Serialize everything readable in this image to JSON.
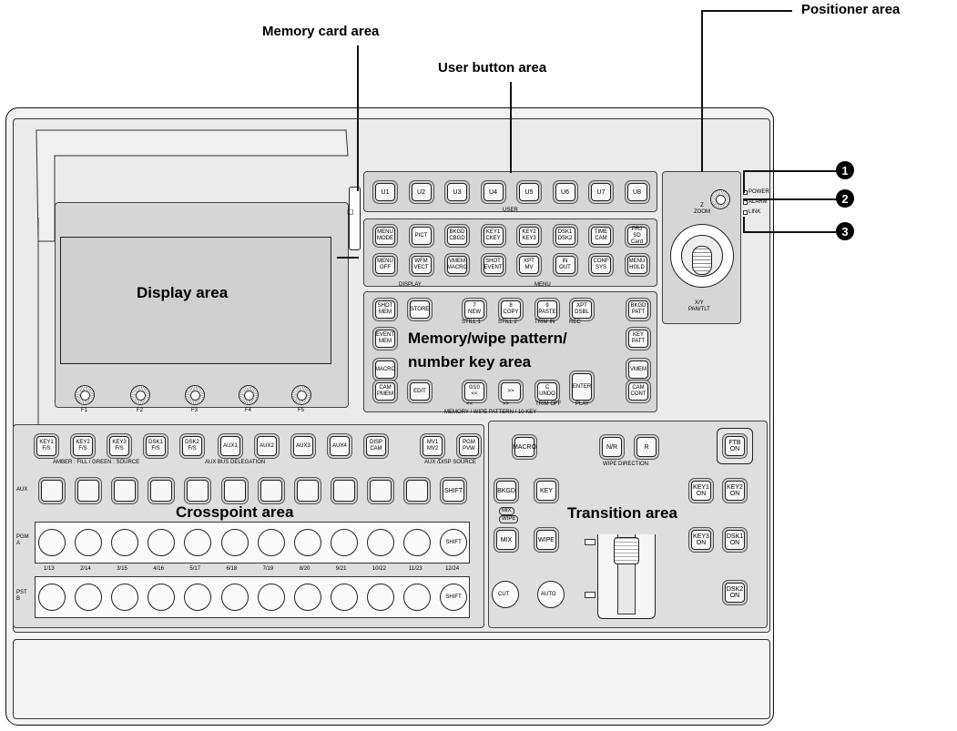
{
  "callouts": {
    "memory_card": "Memory card area",
    "positioner": "Positioner area",
    "user_button": "User button area",
    "display": "Display area",
    "memory_wipe_line1": "Memory/wipe pattern/",
    "memory_wipe_line2": "number key area",
    "crosspoint": "Crosspoint area",
    "transition": "Transition area"
  },
  "markers": [
    "1",
    "2",
    "3"
  ],
  "status_lamps": [
    "POWER",
    "ALARM",
    "LINK"
  ],
  "user_buttons": [
    "U1",
    "U2",
    "U3",
    "U4",
    "U5",
    "U6",
    "U7",
    "U8"
  ],
  "user_label": "USER",
  "menu_row1": [
    "MENU\nMODE",
    "PICT",
    "BKGD\nCBGD",
    "KEY1\nCKEY",
    "KEY2\nKEY3",
    "DSK1\nDSK2",
    "TIME\nCAM",
    "PRJ\nSD Card"
  ],
  "menu_row2": [
    "MENU\nOFF",
    "WFM\nVECT",
    "VMEM\nMACRO",
    "SHOT\nEVENT",
    "XPT\nMV",
    "IN\nOUT",
    "CONF\nSYS",
    "MENU\nHOLD"
  ],
  "display_label": "DISPLAY",
  "menu_label": "MENU",
  "memory_row1": [
    "SHOT\nMEM",
    "STORE",
    "7\nNEW",
    "8\nCOPY",
    "9\nPASTE",
    "XPT\nDSBL",
    "BKGD\nPATT"
  ],
  "memory_row1_sub": [
    "STILL 1",
    "STILL 2",
    "TRIM IN",
    "REC"
  ],
  "memory_left_col": [
    "EVENT\nMEM",
    "MACRO"
  ],
  "memory_right_col": [
    "KEY\nPATT",
    "VMEM"
  ],
  "memory_row4": [
    "CAM\nPMEM",
    "EDIT",
    "0/10\n<<",
    ">>",
    "C\nUNDO",
    "ENTER",
    "CAM\nCONT"
  ],
  "memory_row4_sub": [
    "<<",
    ">>",
    "TRIM OFF",
    "PLAY"
  ],
  "memory_footer": "MEMORY / WIPE PATTERN / 10 KEY",
  "knob_labels": [
    "F1",
    "F2",
    "F3",
    "F4",
    "F5"
  ],
  "aux_row": [
    "KEY1\nF/S",
    "KEY2\nF/S",
    "KEY3\nF/S",
    "DSK1\nF/S",
    "DSK2\nF/S",
    "AUX1",
    "AUX2",
    "AUX3",
    "AUX4",
    "DISP\nCAM",
    "MV1\nMV2",
    "PGM\nPVW"
  ],
  "aux_caption": "AMBER : FILL / GREEN : SOURCE",
  "aux_delegation": "AUX BUS DELEGATION",
  "aux_disp_source": "AUX /DISP SOURCE",
  "row_labels": {
    "aux": "AUX",
    "pgm": "PGM\nA",
    "pst": "PST\nB"
  },
  "shift_label": "SHIFT",
  "source_numbers": [
    "1/13",
    "2/14",
    "3/15",
    "4/16",
    "5/17",
    "6/18",
    "7/19",
    "8/20",
    "9/21",
    "10/22",
    "11/23",
    "12/24"
  ],
  "transition": {
    "macro": "MACRO",
    "nr": "N/R",
    "r": "R",
    "ftb": "FTB\nON",
    "wipe_direction": "WIPE DIRECTION",
    "bkgd": "BKGD",
    "key": "KEY",
    "mix": "MIX",
    "wipe": "WIPE",
    "mix_tag": "MIX",
    "wipe_tag": "WIPE",
    "key1_on": "KEY1\nON",
    "key2_on": "KEY2\nON",
    "key3_on": "KEY3\nON",
    "dsk1_on": "DSK1\nON",
    "dsk2_on": "DSK2\nON",
    "cut": "CUT",
    "auto": "AUTO"
  },
  "positioner": {
    "zoom": "Z\nZOOM",
    "pan": "X/Y\nPAN/TLT"
  }
}
